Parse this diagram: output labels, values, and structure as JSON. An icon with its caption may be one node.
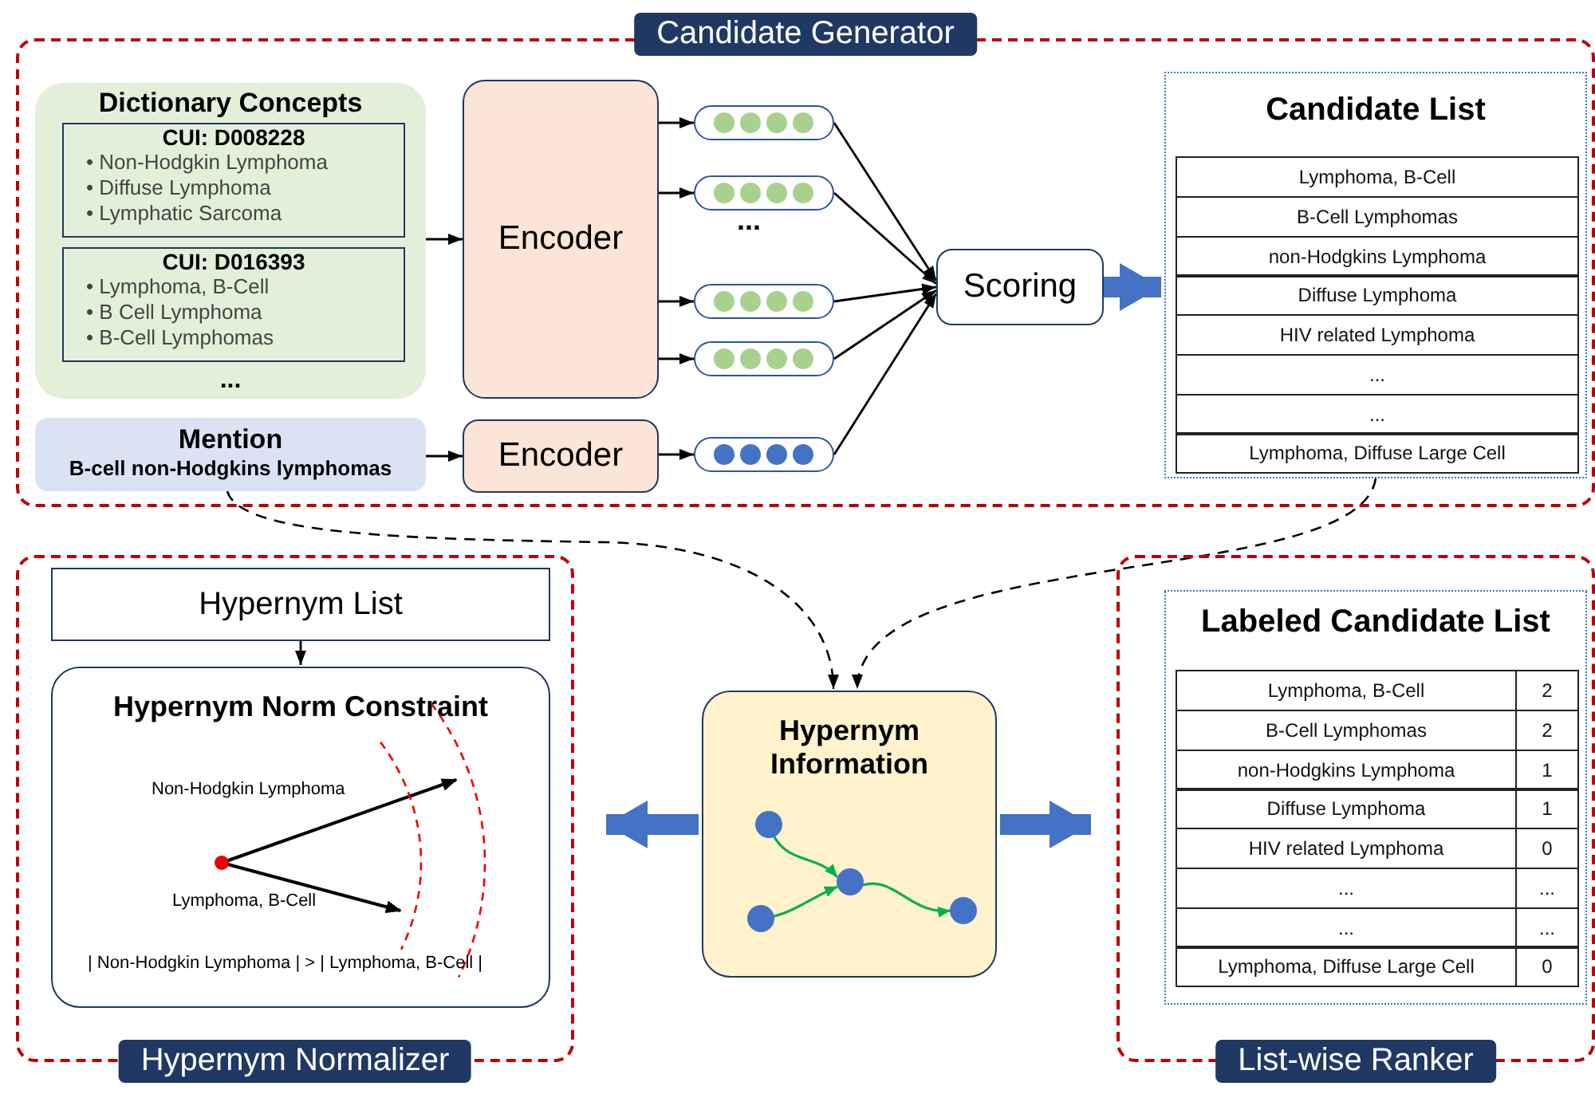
{
  "diagram": {
    "nodes": [
      {
        "text": [
          "Candidate Generator"
        ]
      },
      {
        "text": [
          "Dictionary Concepts",
          "..."
        ],
        "in": 0
      },
      {
        "text": [
          "CUI: D008228",
          "• Non-Hodgkin Lymphoma",
          "• Diffuse Lymphoma",
          "• Lymphatic Sarcoma"
        ],
        "in": 1
      },
      {
        "text": [
          "CUI: D016393",
          "• Lymphoma, B-Cell",
          "• B Cell Lymphoma",
          "• B-Cell Lymphomas"
        ],
        "in": 1
      },
      {
        "text": [
          "Mention",
          "B-cell non-Hodgkins lymphomas"
        ],
        "in": 0
      },
      {
        "text": [
          "Encoder"
        ],
        "in": 0
      },
      {
        "text": [
          "Encoder"
        ],
        "in": 0
      },
      {
        "text": [],
        "shape": "box",
        "in": 0
      },
      {
        "text": [],
        "shape": "box",
        "in": 0
      },
      {
        "text": [],
        "shape": "box",
        "in": 0
      },
      {
        "text": [],
        "shape": "box",
        "in": 0
      },
      {
        "text": [],
        "shape": "box",
        "in": 0
      },
      {
        "text": [
          "Scoring"
        ],
        "in": 0
      },
      {
        "text": [
          "Candidate List"
        ],
        "in": 0
      },
      {
        "text": [
          "Lymphoma, B-Cell"
        ],
        "in": 13
      },
      {
        "text": [
          "B-Cell Lymphomas"
        ],
        "in": 13
      },
      {
        "text": [
          "non-Hodgkins Lymphoma"
        ],
        "in": 13
      },
      {
        "text": [
          "Diffuse Lymphoma"
        ],
        "in": 13
      },
      {
        "text": [
          "HIV related Lymphoma"
        ],
        "in": 13
      },
      {
        "text": [
          "..."
        ],
        "in": 13
      },
      {
        "text": [
          "..."
        ],
        "in": 13
      },
      {
        "text": [
          "Lymphoma, Diffuse Large Cell"
        ],
        "in": 13
      },
      {
        "text": [
          "Hypernym Normalizer"
        ]
      },
      {
        "text": [
          "Hypernym List"
        ],
        "in": 22
      },
      {
        "text": [
          "Hypernym Norm Constraint",
          "Non-Hodgkin Lymphoma",
          "Lymphoma, B-Cell",
          "| Non-Hodgkin Lymphoma | > | Lymphoma, B-Cell |"
        ],
        "in": 22
      },
      {
        "text": [
          "Hypernym Information"
        ]
      },
      {
        "text": [
          "List-wise Ranker"
        ]
      },
      {
        "text": [
          "Labeled Candidate List"
        ],
        "in": 26
      },
      {
        "text": [
          "Lymphoma, B-Cell",
          "2"
        ],
        "in": 27
      },
      {
        "text": [
          "B-Cell Lymphomas",
          "2"
        ],
        "in": 27
      },
      {
        "text": [
          "non-Hodgkins Lymphoma",
          "1"
        ],
        "in": 27
      },
      {
        "text": [
          "Diffuse Lymphoma",
          "1"
        ],
        "in": 27
      },
      {
        "text": [
          "HIV related Lymphoma",
          "0"
        ],
        "in": 27
      },
      {
        "text": [
          "...",
          "..."
        ],
        "in": 27
      },
      {
        "text": [
          "...",
          "..."
        ],
        "in": 27
      },
      {
        "text": [
          "Lymphoma, Diffuse Large Cell",
          "0"
        ],
        "in": 27
      }
    ],
    "edges": [
      {
        "from": 1,
        "to": 5,
        "arrow": "to"
      },
      {
        "from": 4,
        "to": 6,
        "arrow": "to"
      },
      {
        "from": 5,
        "to": 7,
        "arrow": "to"
      },
      {
        "from": 5,
        "to": 8,
        "arrow": "to"
      },
      {
        "from": 5,
        "to": 9,
        "arrow": "to"
      },
      {
        "from": 5,
        "to": 10,
        "arrow": "to"
      },
      {
        "from": 6,
        "to": 11,
        "arrow": "to"
      },
      {
        "from": 7,
        "to": 12,
        "arrow": "to"
      },
      {
        "from": 8,
        "to": 12,
        "arrow": "to"
      },
      {
        "from": 9,
        "to": 12,
        "arrow": "to"
      },
      {
        "from": 10,
        "to": 12,
        "arrow": "to"
      },
      {
        "from": 11,
        "to": 12,
        "arrow": "to"
      },
      {
        "from": 12,
        "to": 13,
        "arrow": "to",
        "style": "thick",
        "color": "#4472c4"
      },
      {
        "from": 4,
        "to": 25,
        "arrow": "to",
        "style": "dashed"
      },
      {
        "from": 13,
        "to": 25,
        "arrow": "to",
        "style": "dashed"
      },
      {
        "from": 23,
        "to": 24,
        "arrow": "to"
      },
      {
        "from": 25,
        "to": 22,
        "arrow": "to",
        "style": "thick",
        "color": "#4472c4"
      },
      {
        "from": 25,
        "to": 26,
        "arrow": "to",
        "style": "thick",
        "color": "#4472c4"
      }
    ],
    "labels": [
      "..."
    ]
  }
}
